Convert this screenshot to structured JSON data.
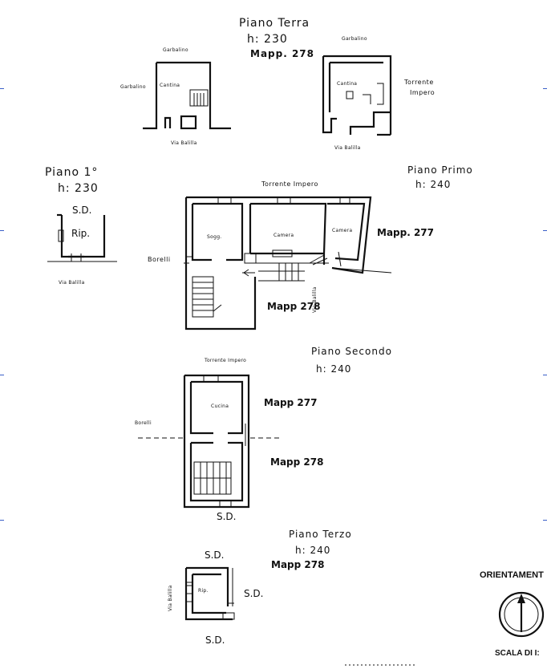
{
  "ground_floor": {
    "title": "Piano Terra",
    "height": "h: 230",
    "mapp": "Mapp. 278",
    "left_block": {
      "north": "Garbalino",
      "west": "Garbalino",
      "room": "Cantina",
      "street": "Via Balilla"
    },
    "right_block": {
      "north": "Garbalino",
      "room": "Cantina",
      "east_1": "Torrente",
      "east_2": "Impero",
      "street": "Via Balilla"
    }
  },
  "first_floor_left": {
    "title": "Piano 1°",
    "height": "h: 230",
    "north": "S.D.",
    "room": "Rip.",
    "street": "Via Balilla"
  },
  "first_floor_main": {
    "title": "Piano Primo",
    "height": "h: 240",
    "north": "Torrente Impero",
    "rooms": [
      "Sogg.",
      "Camera",
      "Camera"
    ],
    "mapp_1": "Mapp. 277",
    "mapp_2": "Mapp 278",
    "west": "Borelli",
    "street": "Via Balilla"
  },
  "second_floor": {
    "title": "Piano Secondo",
    "height": "h: 240",
    "north": "Torrente Impero",
    "room": "Cucina",
    "mapp_1": "Mapp 277",
    "mapp_2": "Mapp 278",
    "west": "Borelli",
    "south": "S.D."
  },
  "third_floor": {
    "title": "Piano Terzo",
    "height": "h: 240",
    "mapp": "Mapp 278",
    "north": "S.D.",
    "room": "Rip.",
    "east": "S.D.",
    "south": "S.D.",
    "street": "Via Balilla"
  },
  "legend": {
    "orientation": "ORIENTAMENT",
    "scale": "SCALA DI I:"
  }
}
